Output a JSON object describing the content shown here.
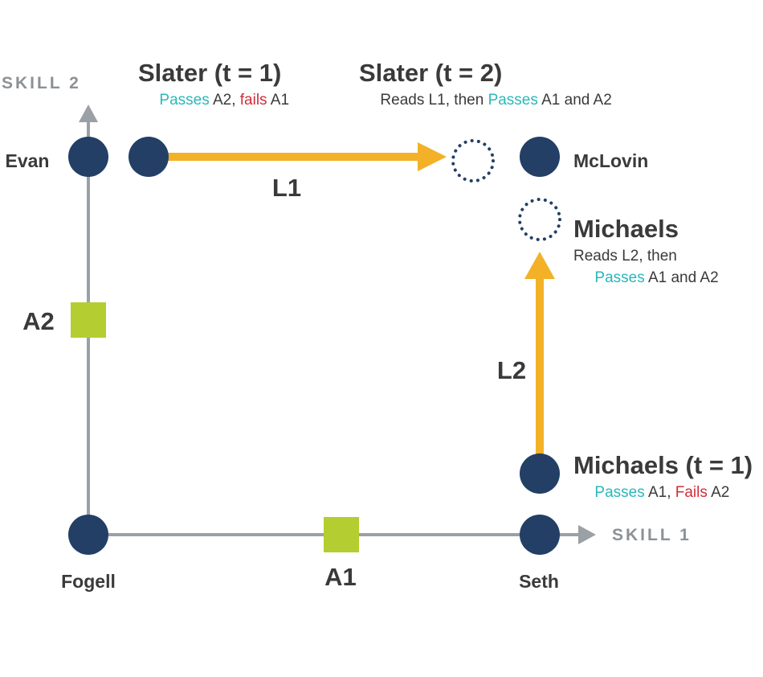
{
  "colors": {
    "node": "#233f66",
    "axis": "#9aa0a6",
    "arrow": "#f2b127",
    "assessment": "#b4cd31",
    "pass": "#2bb7b9",
    "fail": "#cf2e3a",
    "text": "#3a3a3a",
    "axis_label": "#8c9196"
  },
  "axes": {
    "x_label": "SKILL 1",
    "y_label": "SKILL 2"
  },
  "nodes": {
    "evan": "Evan",
    "fogell": "Fogell",
    "seth": "Seth",
    "mclovin": "McLovin"
  },
  "assessments": {
    "a1": "A1",
    "a2": "A2"
  },
  "lessons": {
    "l1": "L1",
    "l2": "L2"
  },
  "slater_t1": {
    "title": "Slater (t = 1)",
    "passes": "Passes",
    "passes_item": " A2, ",
    "fails": "fails",
    "fails_item": " A1"
  },
  "slater_t2": {
    "title": "Slater (t = 2)",
    "prefix": "Reads L1, then ",
    "passes": "Passes",
    "suffix": " A1 and A2"
  },
  "michaels_t2": {
    "title": "Michaels",
    "line1": "Reads L2, then",
    "passes": "Passes",
    "suffix": " A1 and A2"
  },
  "michaels_t1": {
    "title": "Michaels (t = 1)",
    "passes": "Passes",
    "passes_item": " A1, ",
    "fails": "Fails",
    "fails_item": " A2"
  }
}
